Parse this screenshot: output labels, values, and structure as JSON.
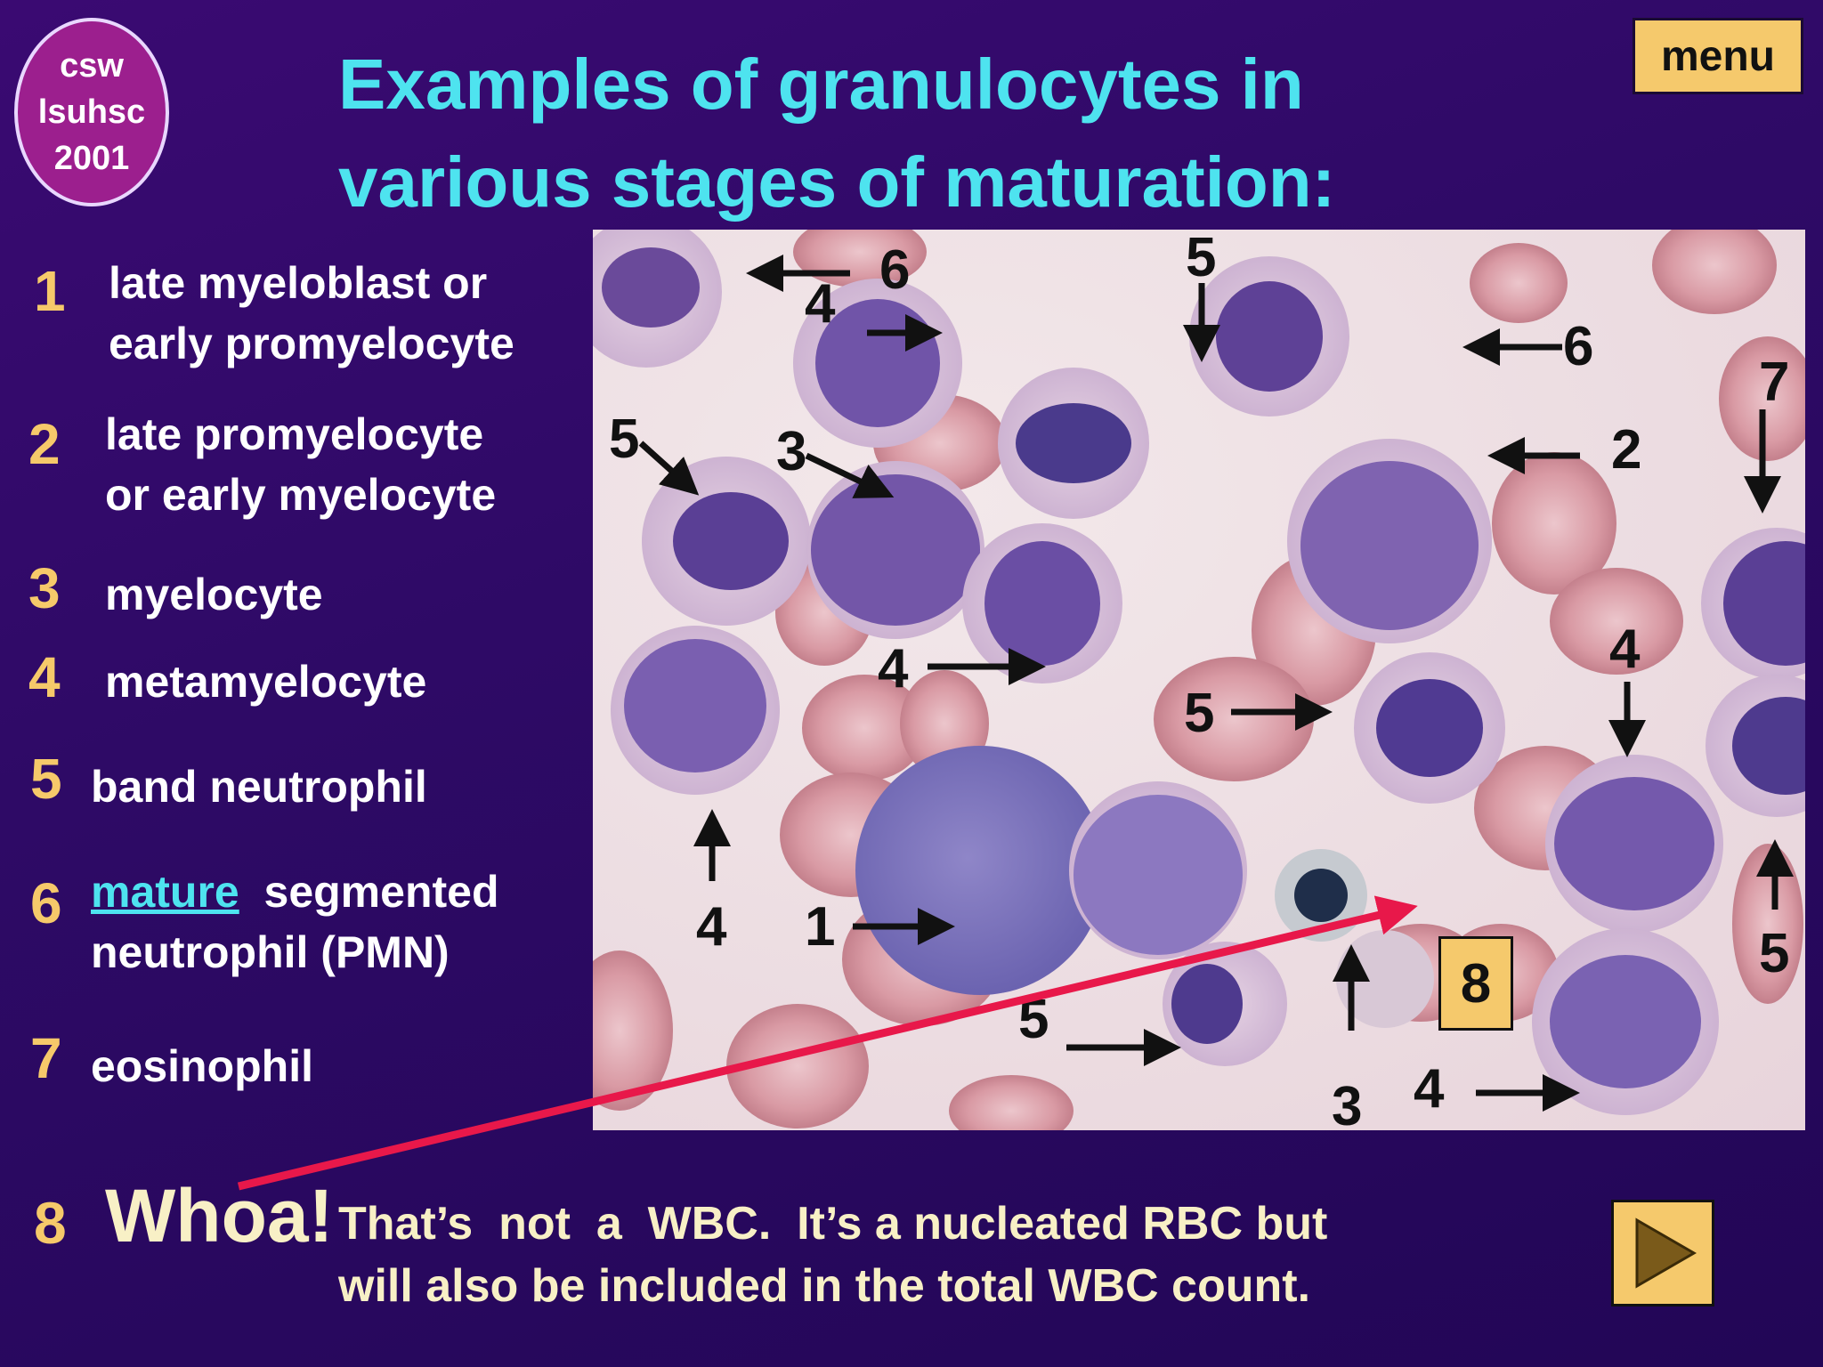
{
  "logo": {
    "line1": "csw",
    "line2": "lsuhsc",
    "line3": "2001"
  },
  "title": {
    "line1": "Examples of granulocytes in",
    "line2": "various stages of maturation:"
  },
  "menu_label": "menu",
  "legend": [
    {
      "num": "1",
      "line1": "late myeloblast  or",
      "line2": "early promyelocyte"
    },
    {
      "num": "2",
      "line1": "late promyelocyte",
      "line2": "or early myelocyte"
    },
    {
      "num": "3",
      "line1": "myelocyte"
    },
    {
      "num": "4",
      "line1": "metamyelocyte"
    },
    {
      "num": "5",
      "line1": "band neutrophil"
    },
    {
      "num": "6",
      "link": "mature",
      "line1_rest": "  segmented",
      "line2": "neutrophil  (PMN)"
    },
    {
      "num": "7",
      "line1": "eosinophil"
    }
  ],
  "photo_labels": {
    "l6a": "6",
    "l5a": "5",
    "l4a": "4",
    "l6b": "6",
    "l7": "7",
    "l5b": "5",
    "l3a": "3",
    "l2": "2",
    "l4b": "4",
    "l4c": "4",
    "l5c": "5",
    "l4d": "4",
    "l1": "1",
    "l5d": "5",
    "l5e": "5",
    "l3b": "3",
    "l4e": "4"
  },
  "box8_label": "8",
  "footer": {
    "num": "8",
    "whoa": "Whoa!",
    "line1": "That’s  not  a  WBC.  It’s a nucleated RBC but",
    "line2": "will also be included in the total WBC count."
  },
  "colors": {
    "title": "#4ee3ef",
    "accent": "#f6c96a",
    "button": "#f5c96c",
    "pointer_arrow": "#e8184a"
  },
  "icons": {
    "next": "play-triangle-icon"
  }
}
